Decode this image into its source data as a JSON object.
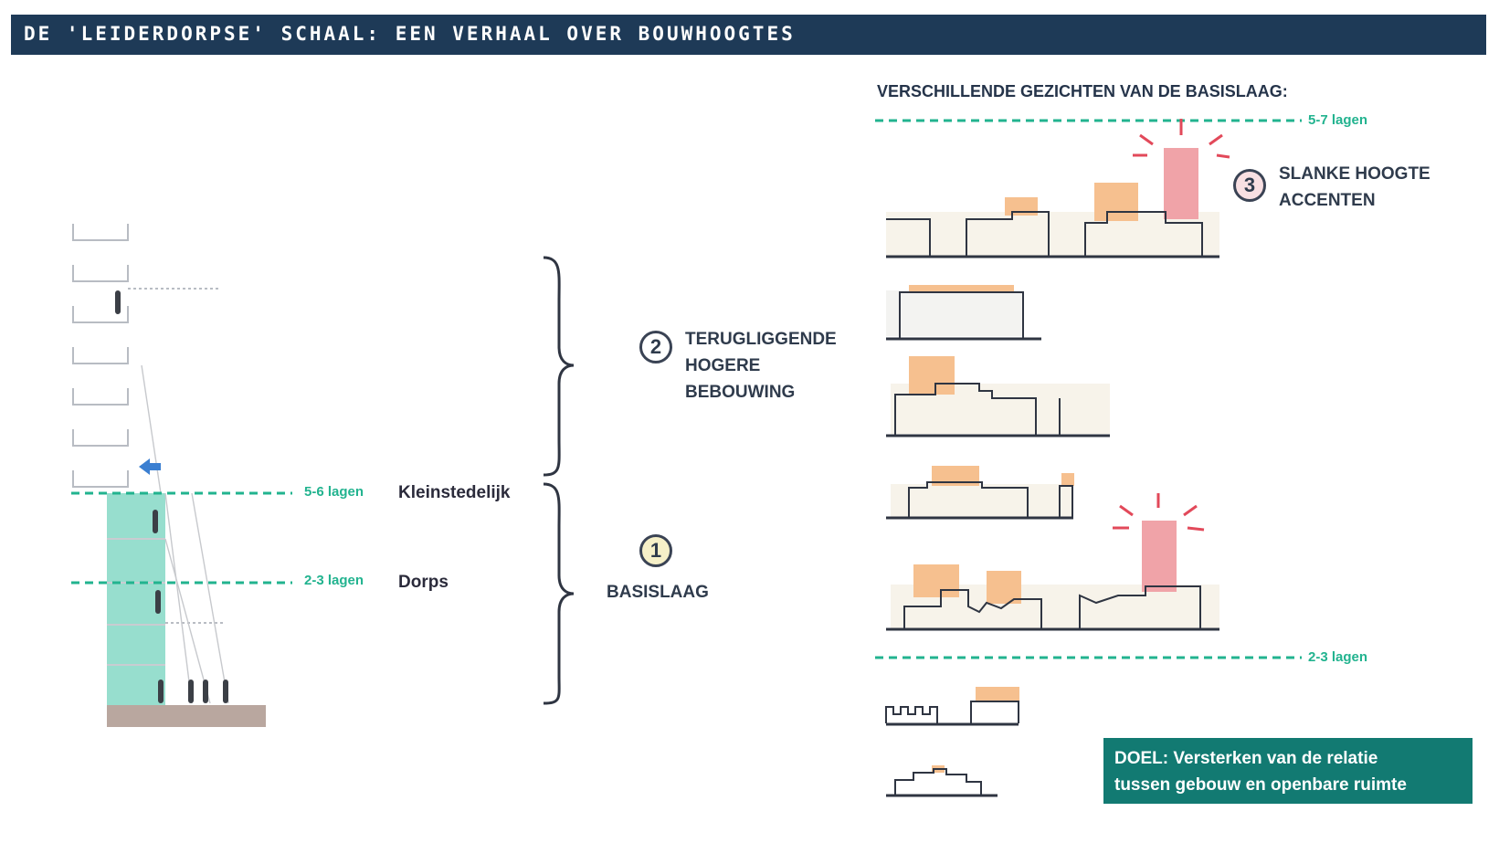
{
  "header": {
    "title": "DE 'LEIDERDORPSE' SCHAAL: EEN VERHAAL OVER BOUWHOOGTES"
  },
  "left_diagram": {
    "level_high": {
      "label": "5-6 lagen",
      "category": "Kleinstedelijk"
    },
    "level_low": {
      "label": "2-3 lagen",
      "category": "Dorps"
    }
  },
  "steps": {
    "basislaag": {
      "number": "1",
      "label": "BASISLAAG"
    },
    "terugliggend": {
      "number": "2",
      "lines": [
        "TERUGLIGGENDE",
        "HOGERE",
        "BEBOUWING"
      ]
    },
    "accenten": {
      "number": "3",
      "lines": [
        "SLANKE HOOGTE",
        "ACCENTEN"
      ]
    }
  },
  "right_panel": {
    "title": "VERSCHILLENDE GEZICHTEN VAN DE BASISLAAG:",
    "level_top": "5-7 lagen",
    "level_bottom": "2-3 lagen"
  },
  "goal": {
    "prefix": "DOEL:",
    "line1": "Versterken van de relatie",
    "line2": "tussen gebouw en openbare ruimte"
  },
  "colors": {
    "header": "#1e3a57",
    "teal": "#22b38f",
    "orange": "#f6c08f",
    "red": "#e2495a",
    "goal": "#127a72"
  }
}
